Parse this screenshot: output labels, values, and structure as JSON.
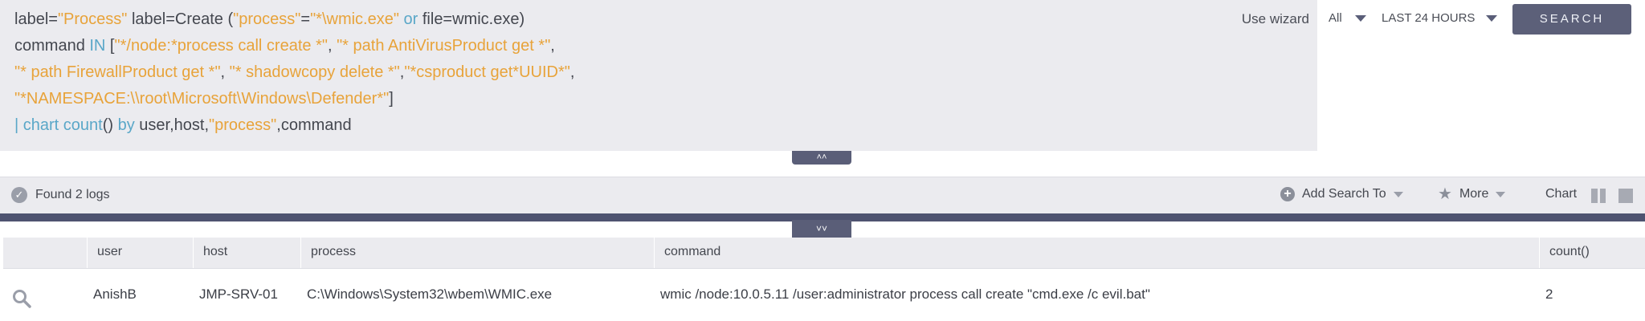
{
  "query": {
    "line1": {
      "p1": "label=",
      "p2": "\"Process\"",
      "p3": " label=Create (",
      "p4": "\"process\"",
      "p5": "=",
      "p6": "\"*\\wmic.exe\"",
      "p7": " ",
      "p8": "or",
      "p9": " file=wmic.exe)"
    },
    "line2": {
      "p1": "command ",
      "p2": "IN",
      "p3": " [",
      "p4": "\"*/node:*process call create *\"",
      "p5": ", ",
      "p6": "\"* path AntiVirusProduct get *\"",
      "p7": ","
    },
    "line3": {
      "p1": "\"* path FirewallProduct get *\"",
      "p2": ", ",
      "p3": "\"* shadowcopy delete *\"",
      "p4": ",",
      "p5": "\"*csproduct get*UUID*\"",
      "p6": ","
    },
    "line4": {
      "p1": "\"*NAMESPACE:\\\\root\\Microsoft\\Windows\\Defender*\"",
      "p2": "]"
    },
    "line5": {
      "p1": "| ",
      "p2": "chart",
      "p3": " ",
      "p4": "count",
      "p5": "() ",
      "p6": "by",
      "p7": " user,host,",
      "p8": "\"process\"",
      "p9": ",command"
    }
  },
  "use_wizard_label": "Use wizard",
  "scope": {
    "selected": "All"
  },
  "time_range": {
    "selected": "LAST 24 HOURS"
  },
  "search_button_label": "SEARCH",
  "toolbar": {
    "found_label": "Found 2 logs",
    "add_search_to_label": "Add Search To",
    "more_label": "More",
    "chart_label": "Chart"
  },
  "table": {
    "headers": [
      "user",
      "host",
      "process",
      "command",
      "count()"
    ],
    "rows": [
      {
        "user": "AnishB",
        "host": "JMP-SRV-01",
        "process": "C:\\Windows\\System32\\wbem\\WMIC.exe",
        "command": "wmic /node:10.0.5.11 /user:administrator process call create \"cmd.exe /c evil.bat\"",
        "count": "2"
      }
    ]
  },
  "icons": {
    "collapse_up": "double-chevron-up-icon",
    "collapse_down": "double-chevron-down-icon",
    "found": "check-circle-icon",
    "add": "plus-circle-icon",
    "more": "star-icon",
    "row_action": "magnifier-icon"
  },
  "colors": {
    "string_literal": "#e8a33a",
    "keyword": "#5aa7c8",
    "search_button": "#5c6079",
    "divider": "#4e5370"
  }
}
